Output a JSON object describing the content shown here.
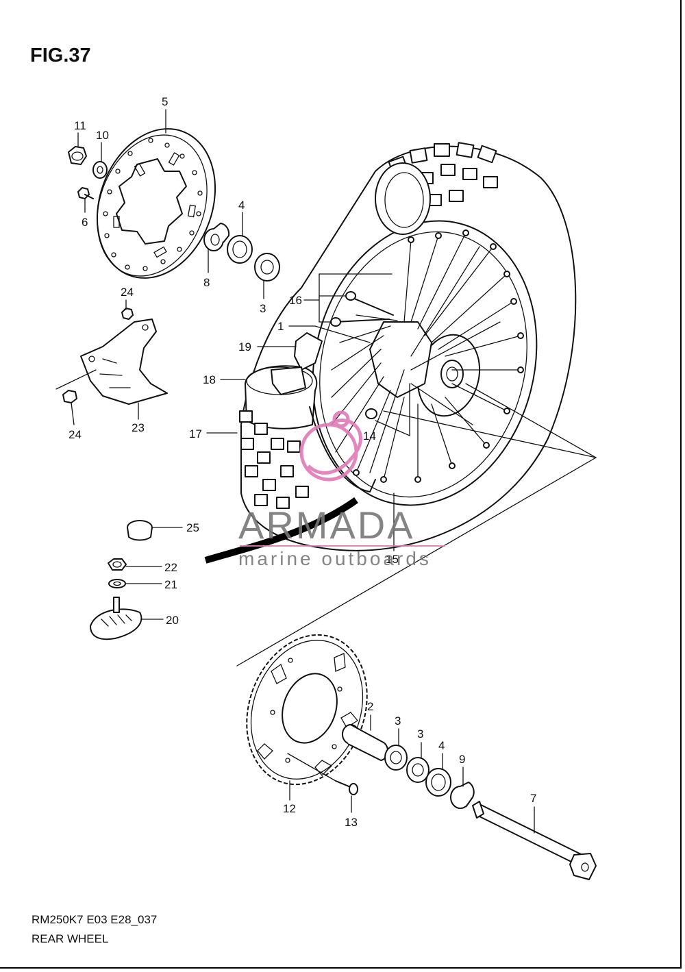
{
  "figure": {
    "number": "FIG.37",
    "model_code": "RM250K7 E03 E28_037",
    "title": "REAR WHEEL"
  },
  "callouts": [
    {
      "id": "c1",
      "label": "1"
    },
    {
      "id": "c2",
      "label": "2"
    },
    {
      "id": "c3a",
      "label": "3"
    },
    {
      "id": "c3b",
      "label": "3"
    },
    {
      "id": "c3c",
      "label": "3"
    },
    {
      "id": "c4a",
      "label": "4"
    },
    {
      "id": "c4b",
      "label": "4"
    },
    {
      "id": "c5",
      "label": "5"
    },
    {
      "id": "c6",
      "label": "6"
    },
    {
      "id": "c7",
      "label": "7"
    },
    {
      "id": "c8",
      "label": "8"
    },
    {
      "id": "c9",
      "label": "9"
    },
    {
      "id": "c10",
      "label": "10"
    },
    {
      "id": "c11",
      "label": "11"
    },
    {
      "id": "c12",
      "label": "12"
    },
    {
      "id": "c13",
      "label": "13"
    },
    {
      "id": "c14",
      "label": "14"
    },
    {
      "id": "c15",
      "label": "15"
    },
    {
      "id": "c16",
      "label": "16"
    },
    {
      "id": "c17",
      "label": "17"
    },
    {
      "id": "c18",
      "label": "18"
    },
    {
      "id": "c19",
      "label": "19"
    },
    {
      "id": "c20",
      "label": "20"
    },
    {
      "id": "c21",
      "label": "21"
    },
    {
      "id": "c22",
      "label": "22"
    },
    {
      "id": "c23",
      "label": "23"
    },
    {
      "id": "c24a",
      "label": "24"
    },
    {
      "id": "c24b",
      "label": "24"
    },
    {
      "id": "c25",
      "label": "25"
    }
  ],
  "watermark": {
    "brand": "ARMADA",
    "tagline": "marine outboards",
    "color": "#e07ab8"
  },
  "colors": {
    "line": "#111111",
    "background": "#ffffff"
  }
}
